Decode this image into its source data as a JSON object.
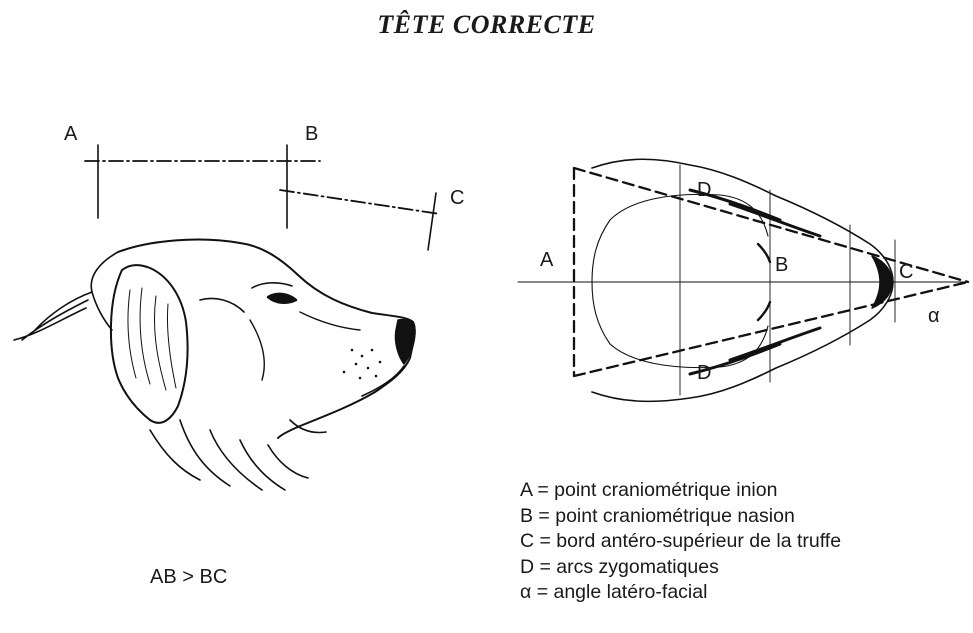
{
  "title": "TÊTE CORRECTE",
  "profile": {
    "points": [
      "A",
      "B",
      "C"
    ]
  },
  "top_view": {
    "points": [
      "A",
      "B",
      "C"
    ],
    "zygomatic_top": "D",
    "zygomatic_bottom": "D",
    "angle": "α"
  },
  "relation": "AB > BC",
  "legend": [
    "A = point craniométrique inion",
    "B = point craniométrique nasion",
    "C = bord antéro-supérieur de la truffe",
    "D = arcs zygomatiques",
    "α = angle latéro-facial"
  ]
}
